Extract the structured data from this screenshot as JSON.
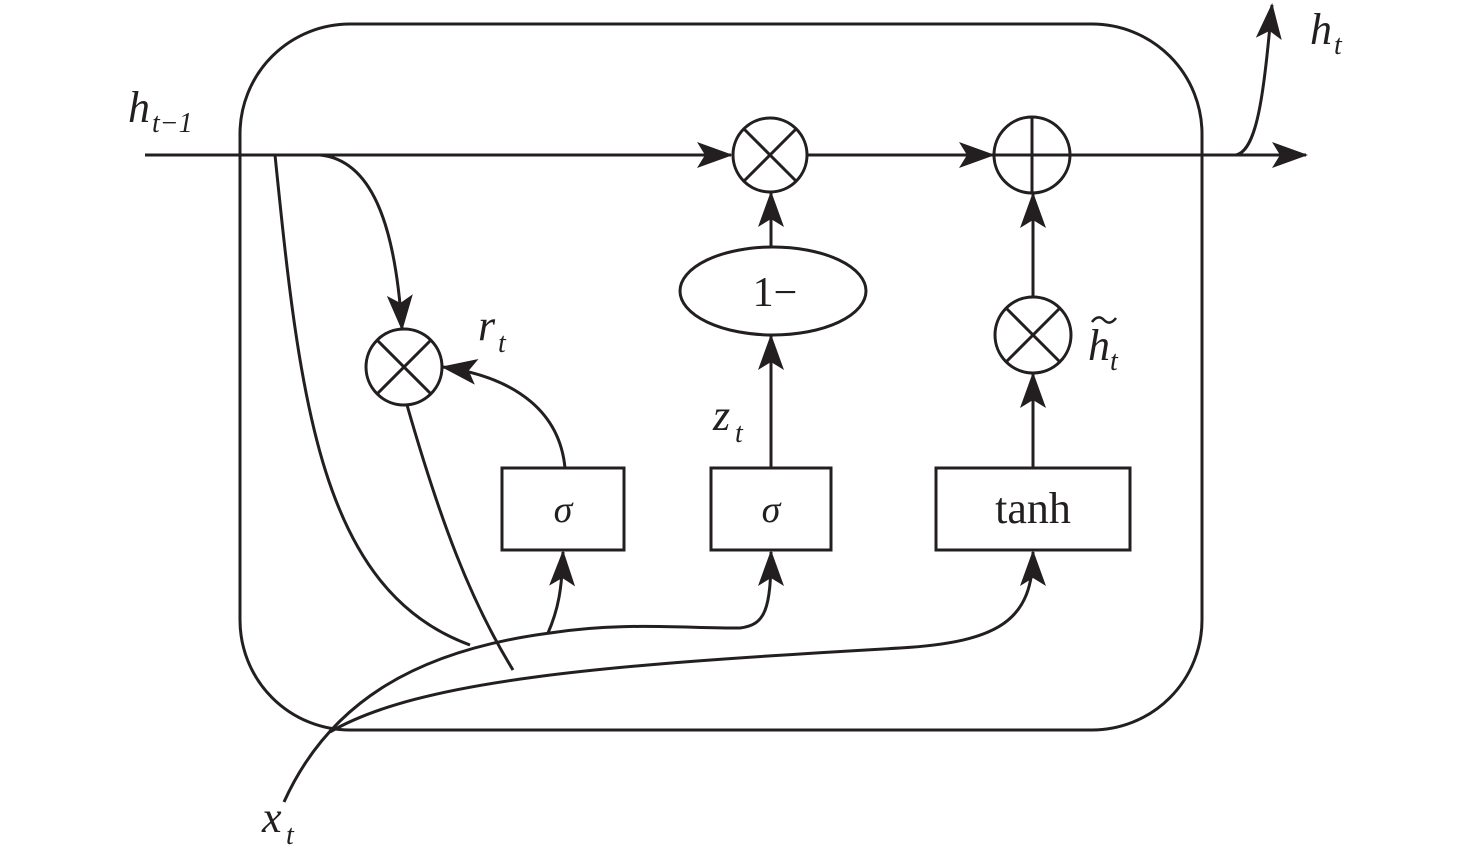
{
  "labels": {
    "h_prev": "h",
    "h_prev_sub": "t−1",
    "h_out": "h",
    "h_out_sub": "t",
    "r": "r",
    "r_sub": "t",
    "z": "z",
    "z_sub": "t",
    "h_tilde": "h",
    "h_tilde_sub": "t",
    "x": "x",
    "x_sub": "t"
  },
  "boxes": {
    "sigma_reset": "σ",
    "sigma_update": "σ",
    "tanh": "tanh",
    "one_minus": "1−"
  },
  "colors": {
    "stroke": "#231f20",
    "background": "#ffffff"
  }
}
